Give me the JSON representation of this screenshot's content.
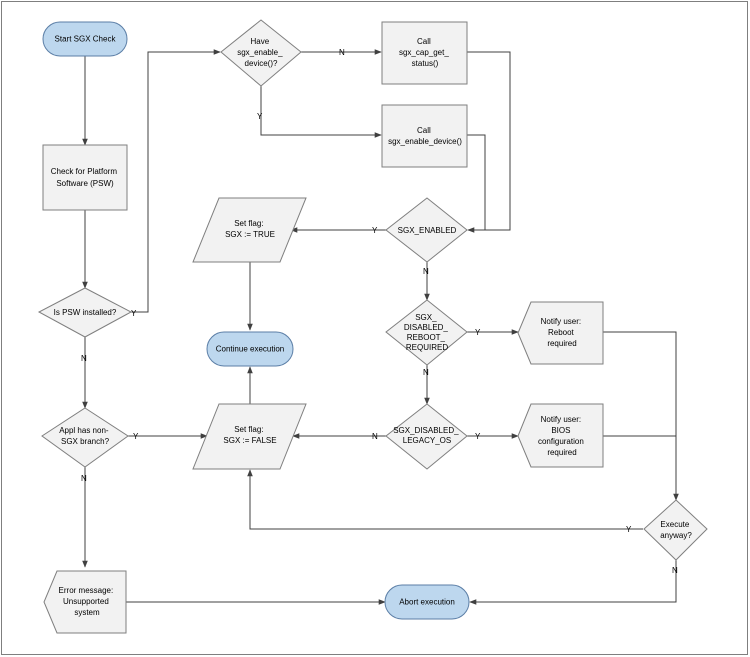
{
  "colors": {
    "terminator_fill": "#bdd7ee",
    "process_fill": "#f2f2f2",
    "border": "#7f7f7f",
    "connector": "#404040"
  },
  "nodes": {
    "start": {
      "lines": [
        "Start SGX Check"
      ]
    },
    "check_psw": {
      "lines": [
        "Check for Platform",
        "Software (PSW)"
      ]
    },
    "psw_installed": {
      "lines": [
        "Is PSW installed?"
      ]
    },
    "has_enable_device": {
      "lines": [
        "Have",
        "sgx_enable_",
        "device()?"
      ]
    },
    "call_cap_status": {
      "lines": [
        "Call",
        "sgx_cap_get_",
        "status()"
      ]
    },
    "call_enable_device": {
      "lines": [
        "Call",
        "sgx_enable_device()"
      ]
    },
    "sgx_enabled": {
      "lines": [
        "SGX_ENABLED"
      ]
    },
    "set_flag_true": {
      "lines": [
        "Set flag:",
        "SGX := TRUE"
      ]
    },
    "continue_execution": {
      "lines": [
        "Continue execution"
      ]
    },
    "sgx_disabled_reboot": {
      "lines": [
        "SGX_",
        "DISABLED_",
        "REBOOT_",
        "REQUIRED"
      ]
    },
    "notify_reboot": {
      "lines": [
        "Notify user:",
        "Reboot",
        "required"
      ]
    },
    "sgx_disabled_legacy": {
      "lines": [
        "SGX_DISABLED_",
        "LEGACY_OS"
      ]
    },
    "notify_bios": {
      "lines": [
        "Notify user:",
        "BIOS",
        "configuration",
        "required"
      ]
    },
    "set_flag_false": {
      "lines": [
        "Set flag:",
        "SGX := FALSE"
      ]
    },
    "appl_non_sgx": {
      "lines": [
        "Appl  has non-",
        "SGX branch?"
      ]
    },
    "execute_anyway": {
      "lines": [
        "Execute",
        "anyway?"
      ]
    },
    "error_message": {
      "lines": [
        "Error message:",
        "Unsupported",
        "system"
      ]
    },
    "abort_execution": {
      "lines": [
        "Abort execution"
      ]
    }
  },
  "edge_labels": {
    "psw_yes": "Y",
    "psw_no": "N",
    "have_no": "N",
    "have_yes": "Y",
    "enabled_yes": "Y",
    "enabled_no": "N",
    "reboot_yes": "Y",
    "reboot_no": "N",
    "legacy_yes": "Y",
    "legacy_no": "N",
    "appl_yes": "Y",
    "appl_no": "N",
    "execute_yes": "Y",
    "execute_no": "N"
  }
}
